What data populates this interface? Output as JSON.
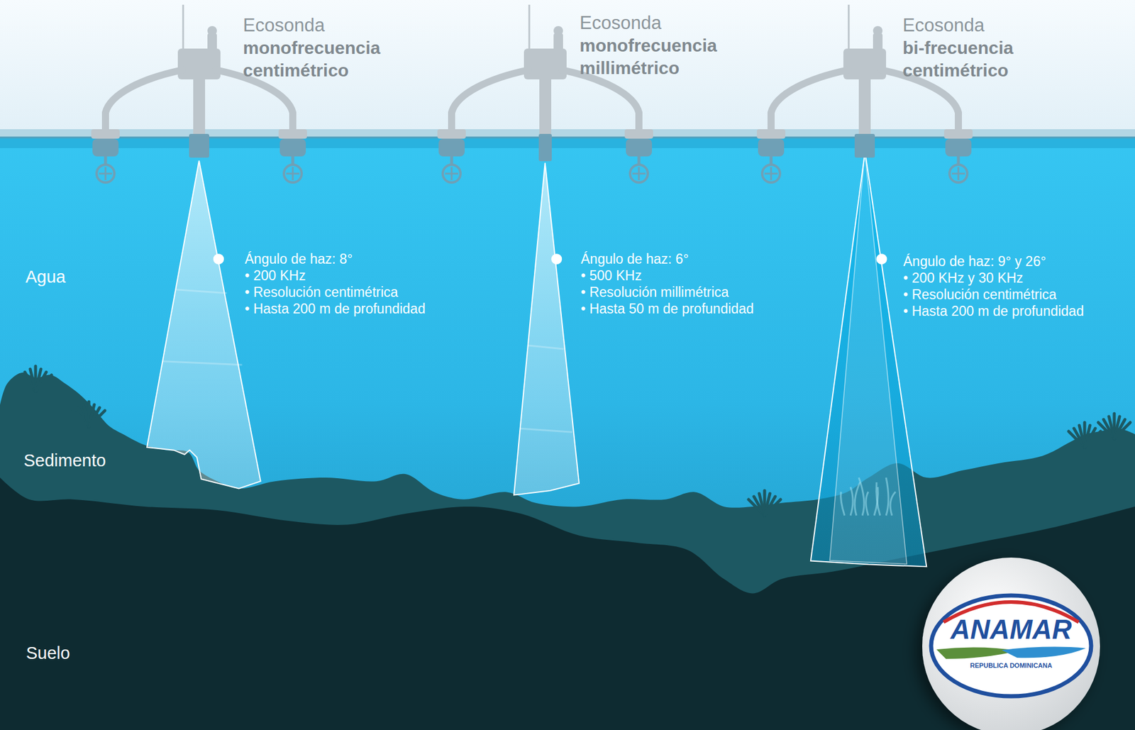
{
  "diagram": {
    "nodes": [
      {
        "text": [
          "Ecosonda",
          "monofrecuencia centimétrico"
        ]
      },
      {
        "text": [
          "Ángulo de haz: 8°",
          "• 200 KHz",
          "• Resolución centimétrica",
          "• Hasta 200 m de profundidad"
        ]
      },
      {
        "text": [
          "Ecosonda",
          "monofrecuencia millimétrico"
        ]
      },
      {
        "text": [
          "Ángulo de haz: 6°",
          "• 500 KHz",
          "• Resolución millimétrica",
          "• Hasta 50 m de profundidad"
        ]
      },
      {
        "text": [
          "Ecosonda",
          "bi-frecuencia centimétrico"
        ]
      },
      {
        "text": [
          "Ángulo de haz: 9° y 26°",
          "• 200 KHz y 30 KHz",
          "• Resolución centimétrica",
          "• Hasta 200 m de profundidad"
        ]
      }
    ],
    "labels": [
      "Agua",
      "Sedimento",
      "Suelo",
      "ANAMAR",
      "REPUBLICA DOMINICANA"
    ]
  }
}
